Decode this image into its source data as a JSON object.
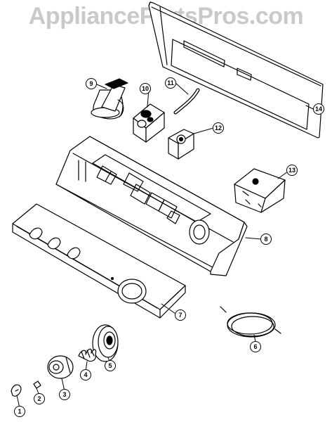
{
  "watermark": {
    "text": "AppliancePartsPros.com"
  },
  "callouts": [
    {
      "label": "1"
    },
    {
      "label": "2"
    },
    {
      "label": "3"
    },
    {
      "label": "4"
    },
    {
      "label": "5"
    },
    {
      "label": "6"
    },
    {
      "label": "7"
    },
    {
      "label": "8"
    },
    {
      "label": "9"
    },
    {
      "label": "10"
    },
    {
      "label": "11"
    },
    {
      "label": "12"
    },
    {
      "label": "13"
    },
    {
      "label": "14"
    }
  ],
  "colors": {
    "line": "#000000",
    "watermark": "#c9c9c9",
    "background": "#ffffff"
  }
}
